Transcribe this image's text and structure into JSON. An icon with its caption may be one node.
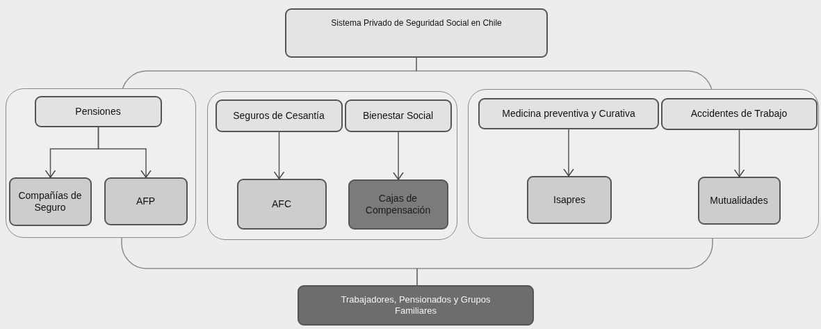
{
  "diagram": {
    "nodes": [
      {
        "text": [
          "Sistema Privado de Seguridad Social en Chile"
        ]
      },
      {
        "text": [],
        "shape": "box"
      },
      {
        "text": [],
        "shape": "box"
      },
      {
        "text": [
          "Pensiones"
        ],
        "in": 2
      },
      {
        "text": [
          "Compañías de Seguro"
        ],
        "in": 2
      },
      {
        "text": [
          "AFP"
        ],
        "in": 2
      },
      {
        "text": [],
        "shape": "box",
        "in": 1
      },
      {
        "text": [
          "Seguros de Cesantía"
        ],
        "in": 6
      },
      {
        "text": [
          "Bienestar Social"
        ],
        "in": 6
      },
      {
        "text": [
          "AFC"
        ],
        "in": 6
      },
      {
        "text": [
          "Cajas de Compensación"
        ],
        "in": 6
      },
      {
        "text": [],
        "shape": "box"
      },
      {
        "text": [
          "Medicina preventiva y Curativa"
        ]
      },
      {
        "text": [
          "Accidentes de Trabajo"
        ],
        "in": 11
      },
      {
        "text": [
          "Isapres"
        ]
      },
      {
        "text": [
          "Mutualidades"
        ],
        "in": 11
      },
      {
        "text": [
          "Trabajadores, Pensionados y Grupos Familiares"
        ]
      }
    ],
    "edges": [
      {
        "from": 0,
        "to": 1,
        "arrow": "none"
      },
      {
        "from": 3,
        "to": 4,
        "arrow": "to"
      },
      {
        "from": 3,
        "to": 5,
        "arrow": "to"
      },
      {
        "from": 7,
        "to": 9,
        "arrow": "to"
      },
      {
        "from": 8,
        "to": 10,
        "arrow": "to"
      },
      {
        "from": 12,
        "to": 14,
        "arrow": "to"
      },
      {
        "from": 13,
        "to": 15,
        "arrow": "to"
      },
      {
        "from": 1,
        "to": 16,
        "arrow": "none"
      }
    ]
  }
}
